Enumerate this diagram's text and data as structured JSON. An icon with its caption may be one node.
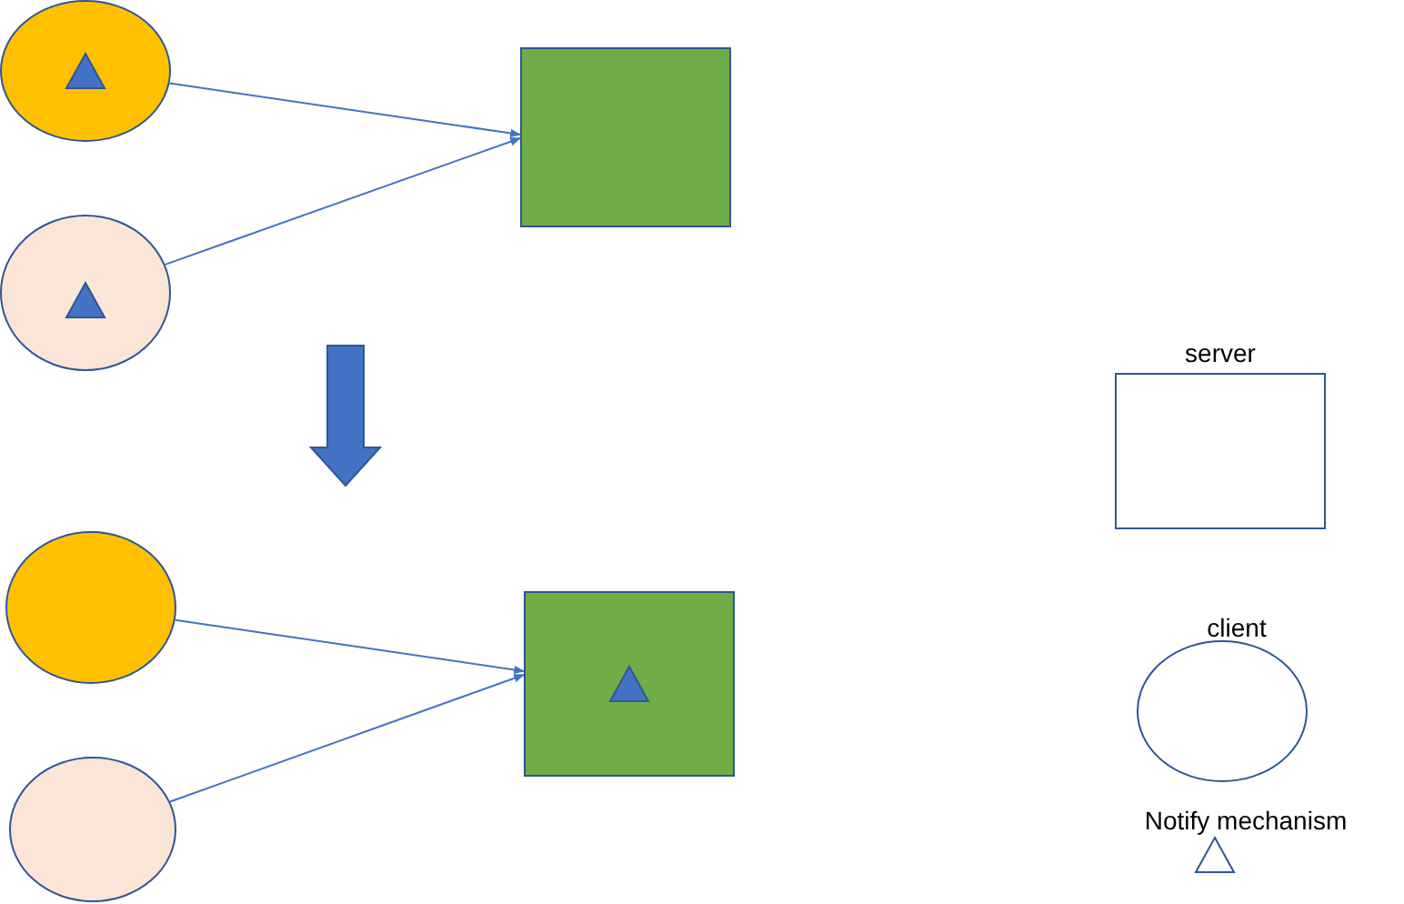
{
  "diagram": {
    "nodes": [
      {
        "text": [],
        "shape": "circle"
      },
      {
        "text": [],
        "shape": "triangle",
        "in": 0
      },
      {
        "text": [],
        "shape": "circle"
      },
      {
        "text": [],
        "shape": "triangle",
        "in": 2
      },
      {
        "text": [],
        "shape": "box"
      },
      {
        "text": [],
        "shape": "circle"
      },
      {
        "text": [],
        "shape": "circle"
      },
      {
        "text": [],
        "shape": "box"
      },
      {
        "text": [],
        "shape": "triangle",
        "in": 7
      }
    ],
    "edges": [
      {
        "from": 0,
        "to": 4,
        "arrow": "to"
      },
      {
        "from": 2,
        "to": 4,
        "arrow": "to"
      },
      {
        "from": 5,
        "to": 7,
        "arrow": "to"
      },
      {
        "from": 6,
        "to": 7,
        "arrow": "to"
      }
    ],
    "legend": [
      {
        "text": "server"
      },
      {
        "text": "client"
      },
      {
        "text": "Notify mechanism"
      }
    ]
  }
}
